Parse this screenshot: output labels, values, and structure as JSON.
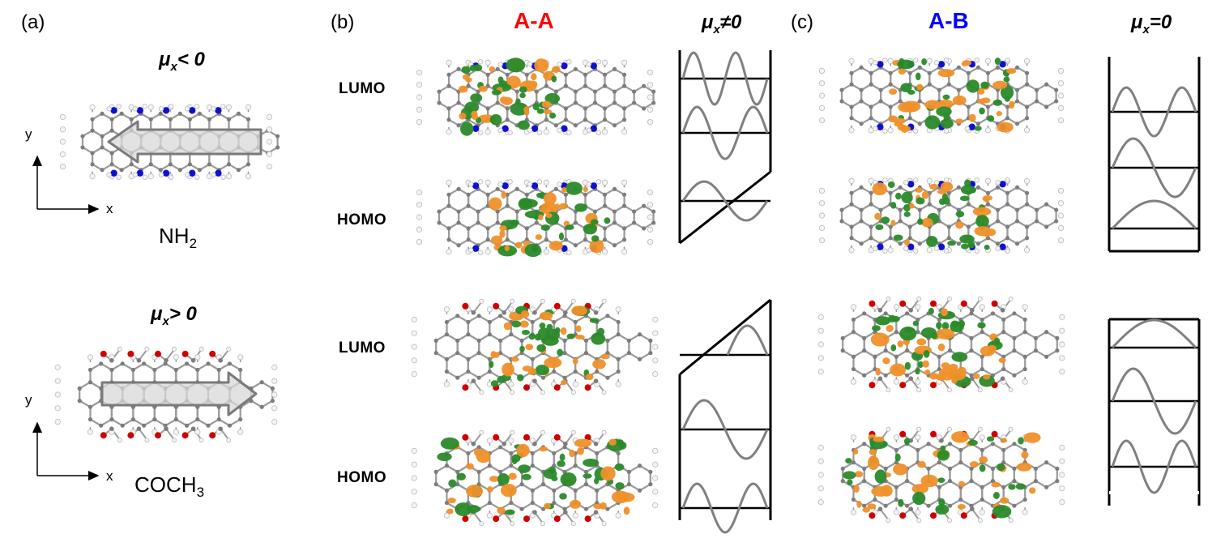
{
  "panels": {
    "a": "(a)",
    "b": "(b)",
    "c": "(c)"
  },
  "titles": {
    "aa": "A-A",
    "ab": "A-B"
  },
  "titles_colors": {
    "aa": "#ff0000",
    "ab": "#0000ff"
  },
  "dipoles": {
    "nh2": {
      "sym": "μ",
      "sub": "x",
      "rel": "< 0"
    },
    "coch3": {
      "sym": "μ",
      "sub": "x",
      "rel": "> 0"
    },
    "aa": {
      "sym": "μ",
      "sub": "x",
      "rel": "≠0"
    },
    "ab": {
      "sym": "μ",
      "sub": "x",
      "rel": "=0"
    }
  },
  "groups": {
    "nh2": {
      "main": "NH",
      "sub": "2"
    },
    "coch3": {
      "main": "COCH",
      "sub": "3"
    }
  },
  "axes": {
    "x": "x",
    "y": "y"
  },
  "orbitals": {
    "row1": "LUMO",
    "row2": "HOMO",
    "row3": "LUMO",
    "row4": "HOMO"
  },
  "colors": {
    "carbon": "#8c8c8c",
    "hydrogen": "#f2f2f2",
    "nitrogen": "#1010d0",
    "oxygen": "#d00000",
    "orbital_pos": "#f0902a",
    "orbital_neg": "#2a8a2a",
    "well": "#000000",
    "wave": "#808080"
  }
}
